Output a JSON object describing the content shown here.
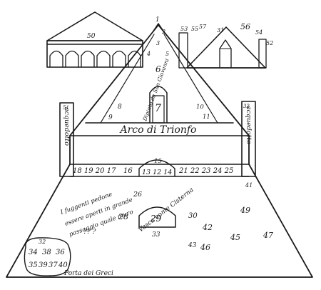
{
  "title_band": "Arco di Trionfo",
  "archway_label": "Dipinto da San Giovanni",
  "left_tower_label": "acquedotto",
  "right_tower_label": "acquedotto",
  "cistern_label": "Vasca come Cisterna",
  "note_lines": [
    "I fuggenti pedone",
    "essere aperti in grande",
    "passaggio quale muro"
  ],
  "note_mark": "?? ?",
  "bottom_caption": "Porta dei Greci",
  "numbers": {
    "n1": "1",
    "n2": "2",
    "n3": "3",
    "n4": "4",
    "n5": "5",
    "n6": "6",
    "n7": "7",
    "n8": "8",
    "n9": "9",
    "n10": "10",
    "n11": "11",
    "row_left": "18 19 20 17",
    "n16": "16",
    "row_mid": "13 12 14",
    "n15": "15",
    "row_right": "21 22 23 24 25",
    "n26": "26",
    "n28": "28",
    "n29": "29",
    "n30": "30",
    "n31": "31",
    "n32": "32",
    "n33": "33",
    "n34": "34",
    "n35": "35",
    "n36": "36",
    "n37": "37",
    "n38": "38",
    "n39": "39",
    "n40": "40",
    "n41": "41",
    "n42": "42",
    "n43": "43",
    "n45": "45",
    "n46": "46",
    "n47": "47",
    "n49": "49",
    "n50": "50",
    "n51": "51",
    "n52": "52",
    "n53": "53",
    "n54": "54",
    "n55": "55",
    "n56": "56",
    "n57": "57"
  }
}
